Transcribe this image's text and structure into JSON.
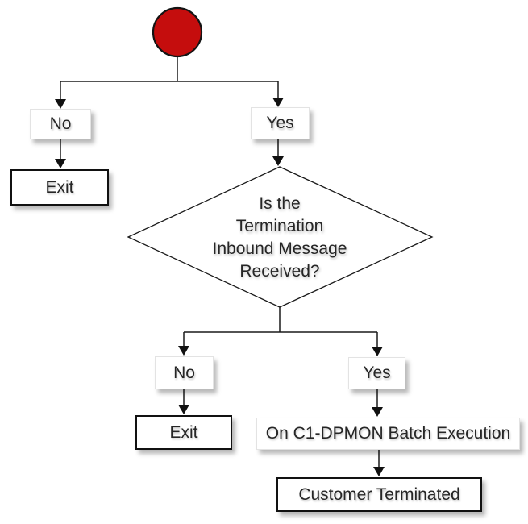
{
  "diagram": {
    "type": "flowchart",
    "colors": {
      "start_fill": "#c50d0d",
      "start_stroke": "#141414",
      "line": "#1a1a1a",
      "text": "#262626"
    },
    "nodes": {
      "start": {
        "shape": "circle",
        "label": ""
      },
      "branch1_no": {
        "label": "No"
      },
      "branch1_yes": {
        "label": "Yes"
      },
      "exit1": {
        "label": "Exit"
      },
      "decision": {
        "label": "Is the\nTermination\nInbound Message\nReceived?"
      },
      "branch2_no": {
        "label": "No"
      },
      "branch2_yes": {
        "label": "Yes"
      },
      "exit2": {
        "label": "Exit"
      },
      "dpmon": {
        "label": "On C1-DPMON Batch Execution"
      },
      "terminated": {
        "label": "Customer Terminated"
      }
    }
  }
}
